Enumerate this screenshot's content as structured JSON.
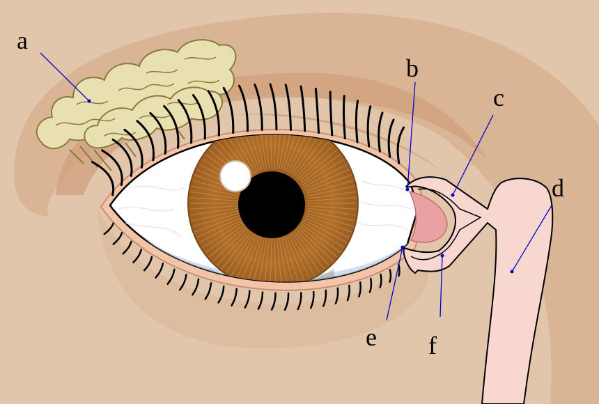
{
  "diagram": {
    "labels": [
      {
        "id": "a",
        "text": "a"
      },
      {
        "id": "b",
        "text": "b"
      },
      {
        "id": "c",
        "text": "c"
      },
      {
        "id": "d",
        "text": "d"
      },
      {
        "id": "e",
        "text": "e"
      },
      {
        "id": "f",
        "text": "f"
      }
    ],
    "colors": {
      "skin": "#e2c6ac",
      "shadow": "#d4a888",
      "gland": "#e8e0b0",
      "gland_outline": "#8a7a3a",
      "iris": "#b06f2a",
      "pupil": "#000000",
      "sclera": "#ffffff",
      "duct": "#f6d6cc",
      "caruncle": "#e8a0a0",
      "leader": "#0000cc"
    }
  }
}
